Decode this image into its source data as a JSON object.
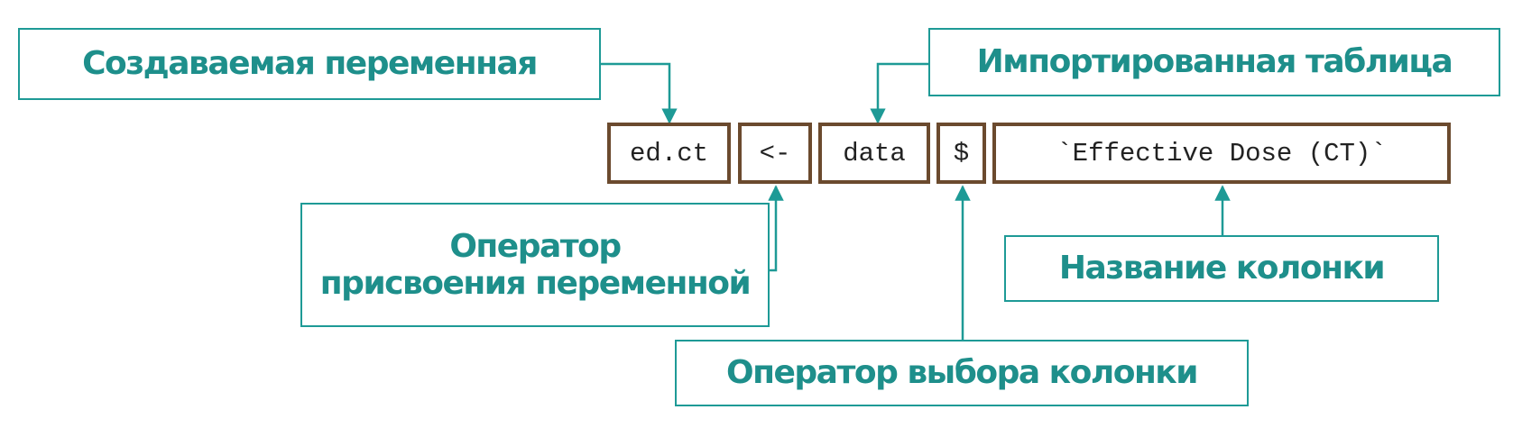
{
  "code_tokens": {
    "variable": "ed.ct",
    "assign": "<-",
    "table": "data",
    "selector": "$",
    "column": "`Effective Dose (CT)`"
  },
  "labels": {
    "created_variable": "Создаваемая переменная",
    "imported_table": "Импортированная таблица",
    "assign_operator_line1": "Оператор",
    "assign_operator_line2": "присвоения переменной",
    "column_name": "Название колонки",
    "column_select_operator": "Оператор выбора колонки"
  },
  "colors": {
    "accent_teal": "#1e9a96",
    "code_border": "#6b4a2e"
  }
}
